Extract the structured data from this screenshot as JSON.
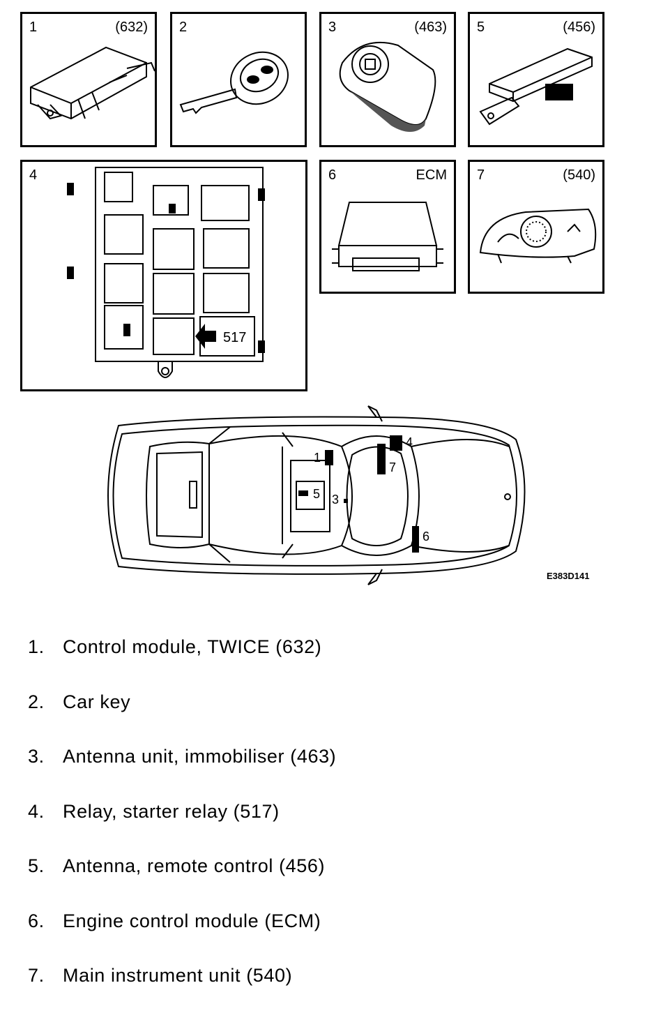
{
  "panels": [
    {
      "number": "1",
      "code": "(632)"
    },
    {
      "number": "2",
      "code": ""
    },
    {
      "number": "3",
      "code": "(463)"
    },
    {
      "number": "5",
      "code": "(456)"
    },
    {
      "number": "4",
      "code": "",
      "relay_label": "517"
    },
    {
      "number": "6",
      "code": "ECM"
    },
    {
      "number": "7",
      "code": "(540)"
    }
  ],
  "car_markers": [
    "1",
    "5",
    "3",
    "4",
    "7",
    "6"
  ],
  "figure_code": "E383D141",
  "legend": [
    {
      "index": "1.",
      "text": "Control module, TWICE (632)"
    },
    {
      "index": "2.",
      "text": "Car key"
    },
    {
      "index": "3.",
      "text": "Antenna unit, immobiliser (463)"
    },
    {
      "index": "4.",
      "text": "Relay, starter relay (517)"
    },
    {
      "index": "5.",
      "text": "Antenna, remote control (456)"
    },
    {
      "index": "6.",
      "text": "Engine control module (ECM)"
    },
    {
      "index": "7.",
      "text": "Main instrument unit (540)"
    }
  ]
}
